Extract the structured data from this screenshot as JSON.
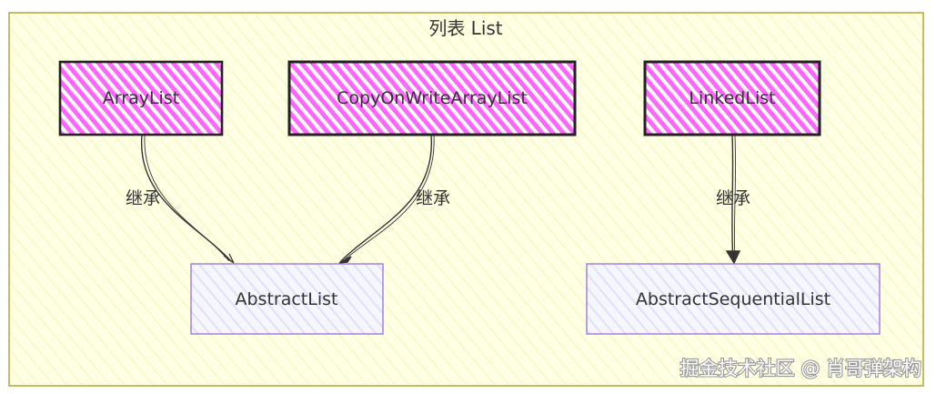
{
  "diagram": {
    "group_title": "列表 List",
    "watermark": "掘金技术社区 @ 肖哥弹架构",
    "colors": {
      "group_fill": "#ffffde",
      "group_stroke": "#aaaa33",
      "impl_fill": "#ff66ff",
      "impl_stroke": "#222222",
      "abstract_fill": "#ececff",
      "abstract_stroke": "#9370db",
      "edge": "#333333"
    },
    "nodes": {
      "arraylist": "ArrayList",
      "cow": "CopyOnWriteArrayList",
      "linkedlist": "LinkedList",
      "abstractlist": "AbstractList",
      "abstractseq": "AbstractSequentialList"
    },
    "edges": [
      {
        "from": "ArrayList",
        "to": "AbstractList",
        "label": "继承"
      },
      {
        "from": "CopyOnWriteArrayList",
        "to": "AbstractList",
        "label": "继承"
      },
      {
        "from": "LinkedList",
        "to": "AbstractSequentialList",
        "label": "继承"
      }
    ]
  }
}
